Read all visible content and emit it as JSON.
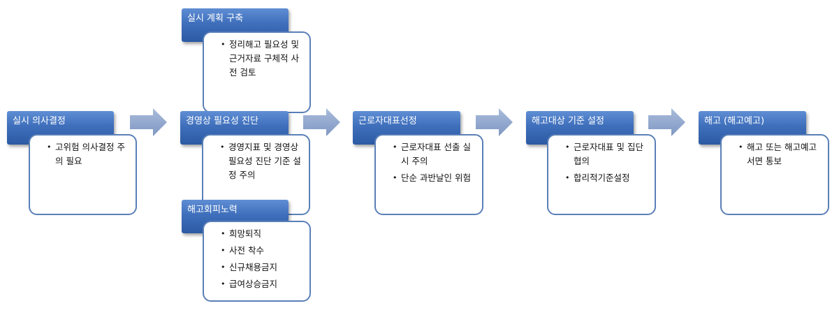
{
  "steps": [
    {
      "title": "실시 의사결정",
      "items": [
        "고위험 의사결정 주의 필요"
      ]
    },
    {
      "title": "경영상 필요성 진단",
      "items": [
        "경영지표 및 경영상 필요성 진단 기준 설정 주의"
      ]
    },
    {
      "title": "근로자대표선정",
      "items": [
        "근로자대표 선출 실시 주의",
        "단순 과반날인 위험"
      ]
    },
    {
      "title": "해고대상 기준 설정",
      "items": [
        "근로자대표 및 집단협의",
        "합리적기준설정"
      ]
    },
    {
      "title": "해고 (해고예고)",
      "items": [
        "해고 또는 해고예고 서면 통보"
      ]
    }
  ],
  "plan": {
    "title": "실시 계획 구축",
    "items": [
      "정리해고 필요성 및 근거자료 구체적 사전 검토"
    ]
  },
  "avoid": {
    "title": "해고회피노력",
    "items": [
      "희망퇴직",
      "사전 착수",
      "신규채용금지",
      "급여상승금지"
    ]
  },
  "colors": {
    "header_top": "#5f8ed4",
    "header_bottom": "#2c5aa3",
    "card_border": "#5a7fb7",
    "arrow": "#8fa6cc"
  }
}
